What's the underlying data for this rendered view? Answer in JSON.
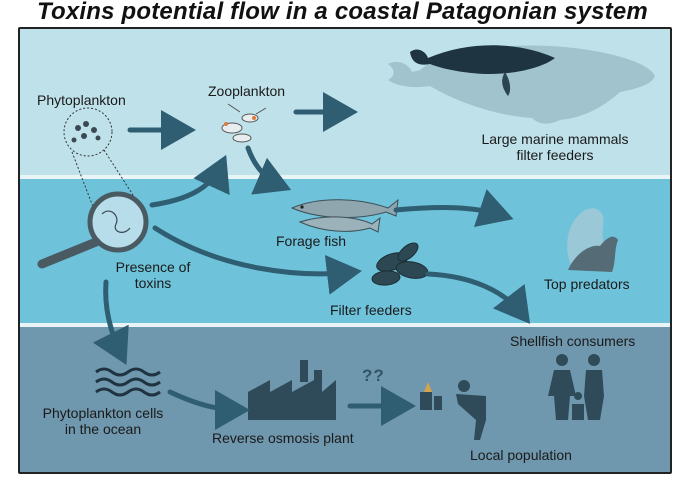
{
  "title": "Toxins potential flow in a coastal Patagonian system",
  "nodes": {
    "phytoplankton": "Phytoplankton",
    "zooplankton": "Zooplankton",
    "large_mammals_line1": "Large marine mammals",
    "large_mammals_line2": "filter feeders",
    "forage_fish": "Forage fish",
    "presence_line1": "Presence of",
    "presence_line2": "toxins",
    "top_predators": "Top predators",
    "filter_feeders": "Filter feeders",
    "shellfish_consumers": "Shellfish consumers",
    "phyto_cells_line1": "Phytoplankton cells",
    "phyto_cells_line2": "in the ocean",
    "reverse_osmosis": "Reverse osmosis plant",
    "local_population": "Local population",
    "unknown_marker": "??"
  },
  "colors": {
    "surface_band": "#bfe1ea",
    "water_band": "#6ec3db",
    "land_band": "#6f97ad",
    "arrow": "#2f5e72"
  },
  "icons": [
    "whale-icon",
    "phytoplankton-icon",
    "zooplankton-icon",
    "magnifier-icon",
    "forage-fish-icon",
    "sea-lion-icon",
    "mussels-icon",
    "waves-icon",
    "factory-icon",
    "drinking-icon",
    "family-icon"
  ]
}
